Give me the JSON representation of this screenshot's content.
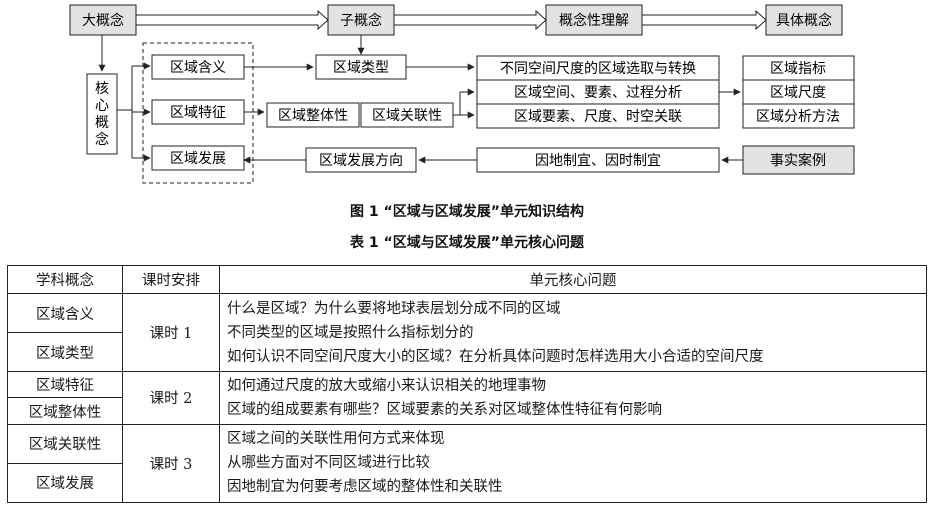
{
  "diagram": {
    "top_row": [
      "大概念",
      "子概念",
      "概念性理解",
      "具体概念"
    ],
    "core_concept": "核心概念",
    "left_group": [
      "区域含义",
      "区域特征",
      "区域发展"
    ],
    "middle": {
      "region_type": "区域类型",
      "integrity": "区域整体性",
      "relevance": "区域关联性",
      "development_direction": "区域发展方向"
    },
    "understanding": [
      "不同空间尺度的区域选取与转换",
      "区域空间、要素、过程分析",
      "区域要素、尺度、时空关联",
      "因地制宜、因时制宜"
    ],
    "specific": [
      "区域指标",
      "区域尺度",
      "区域分析方法",
      "事实案例"
    ]
  },
  "figure_caption": "图 1  “区域与区域发展”单元知识结构",
  "table_caption": "表 1  “区域与区域发展”单元核心问题",
  "table": {
    "headers": [
      "学科概念",
      "课时安排",
      "单元核心问题"
    ],
    "subjects": [
      "区域含义",
      "区域类型",
      "区域特征",
      "区域整体性",
      "区域关联性",
      "区域发展"
    ],
    "lessons": [
      "课时 1",
      "课时 2",
      "课时 3"
    ],
    "questions": [
      [
        "什么是区域？为什么要将地球表层划分成不同的区域",
        "不同类型的区域是按照什么指标划分的",
        "如何认识不同空间尺度大小的区域？在分析具体问题时怎样选用大小合适的空间尺度"
      ],
      [
        "如何通过尺度的放大或缩小来认识相关的地理事物",
        "区域的组成要素有哪些？区域要素的关系对区域整体性特征有何影响"
      ],
      [
        "区域之间的关联性用何方式来体现",
        "从哪些方面对不同区域进行比较",
        "因地制宜为何要考虑区域的整体性和关联性"
      ]
    ]
  },
  "colors": {
    "gray_box": "#e2e2e2",
    "line": "#222222"
  }
}
